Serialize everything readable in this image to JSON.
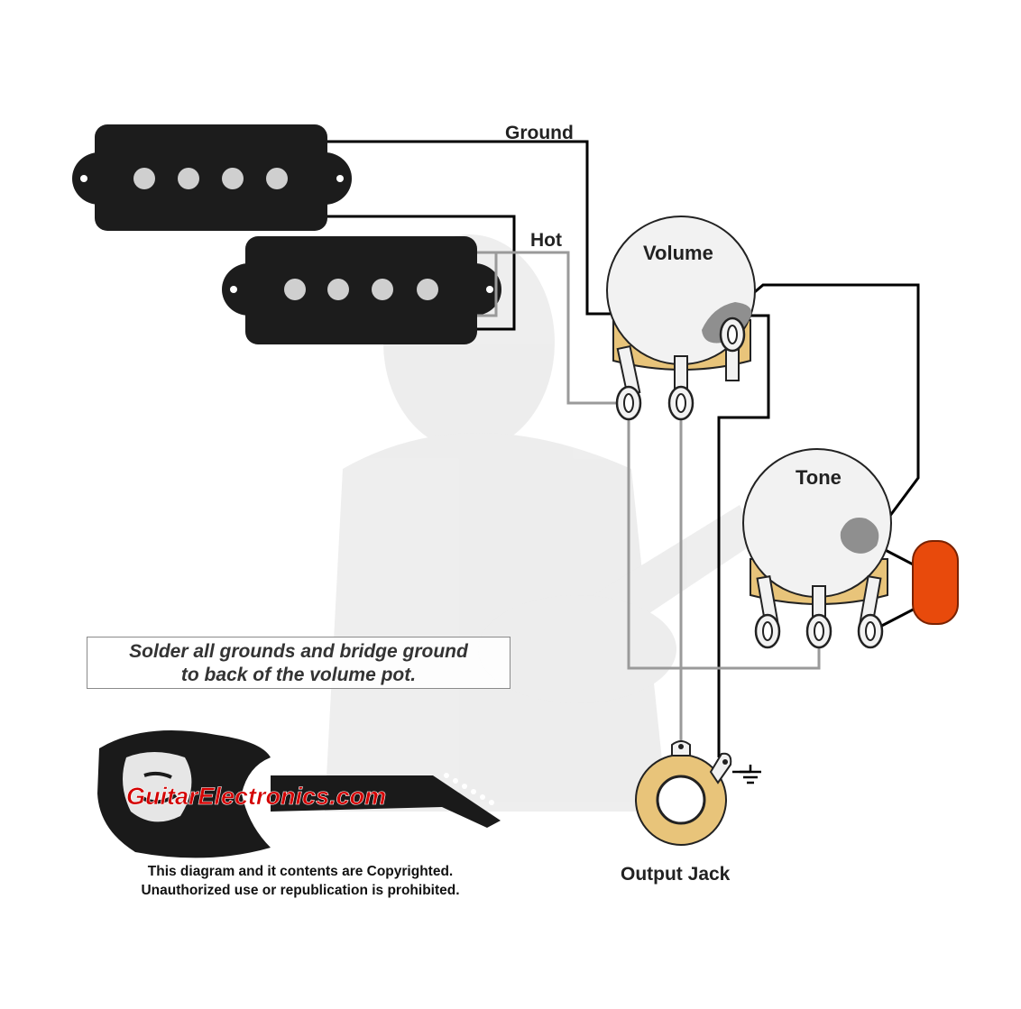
{
  "labels": {
    "ground": "Ground",
    "hot": "Hot",
    "volume": "Volume",
    "tone": "Tone",
    "output_jack": "Output Jack"
  },
  "note": {
    "line1": "Solder all grounds and bridge ground",
    "line2": "to back of the volume pot."
  },
  "logo": {
    "text": "GuitarElectronics.com"
  },
  "copyright": {
    "line1": "This diagram and it contents are Copyrighted.",
    "line2": "Unauthorized use or republication is prohibited."
  },
  "colors": {
    "pickup_body": "#1c1c1c",
    "pole_piece": "#cfcfcf",
    "ground_wire": "#000000",
    "hot_wire": "#9a9a9a",
    "pot_body": "#e8c47a",
    "capacitor": "#e84a0c",
    "solder_blob": "#8f8f8f",
    "logo_text": "#d40000"
  }
}
